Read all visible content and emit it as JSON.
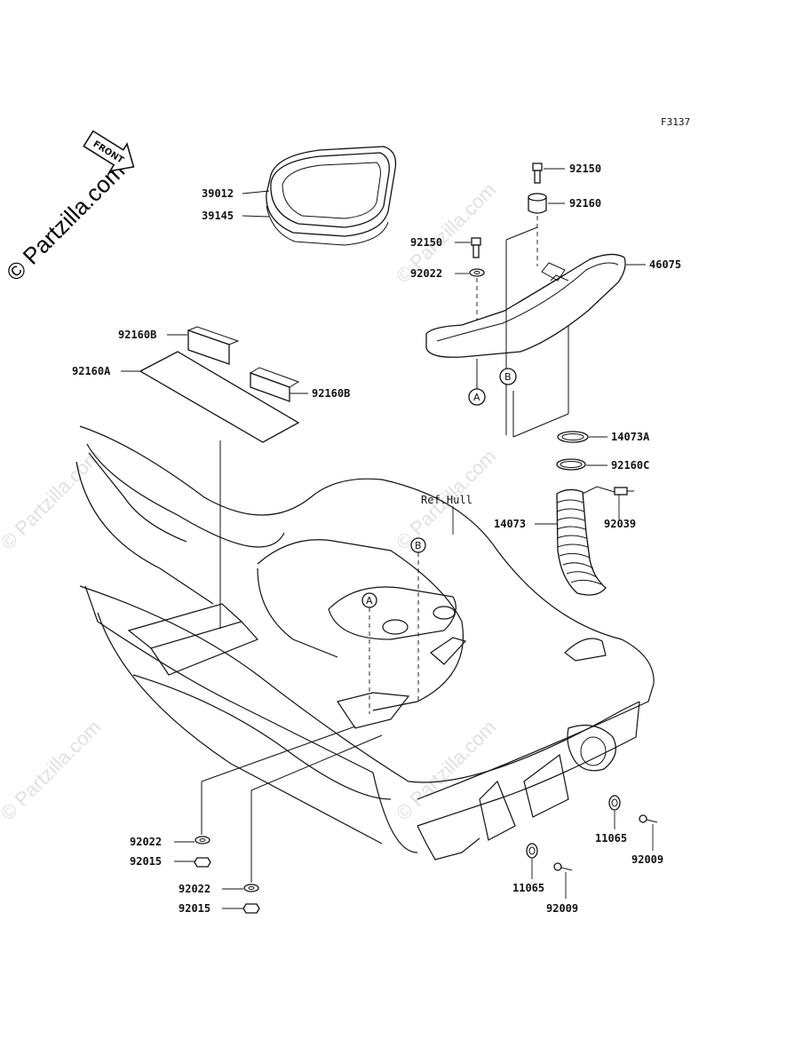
{
  "figure_id": "F3137",
  "watermark": "© Partzilla.com",
  "front_marker": "FRONT",
  "ref_label": "Ref.Hull",
  "callouts": [
    "A",
    "B",
    "A",
    "B"
  ],
  "parts": [
    {
      "number": "92150"
    },
    {
      "number": "92160"
    },
    {
      "number": "39012"
    },
    {
      "number": "39145"
    },
    {
      "number": "92150"
    },
    {
      "number": "92022"
    },
    {
      "number": "46075"
    },
    {
      "number": "92160B"
    },
    {
      "number": "92160A"
    },
    {
      "number": "92160B"
    },
    {
      "number": "14073A"
    },
    {
      "number": "92160C"
    },
    {
      "number": "14073"
    },
    {
      "number": "92039"
    },
    {
      "number": "92022"
    },
    {
      "number": "92015"
    },
    {
      "number": "92022"
    },
    {
      "number": "92015"
    },
    {
      "number": "11065"
    },
    {
      "number": "92009"
    },
    {
      "number": "11065"
    },
    {
      "number": "92009"
    }
  ]
}
